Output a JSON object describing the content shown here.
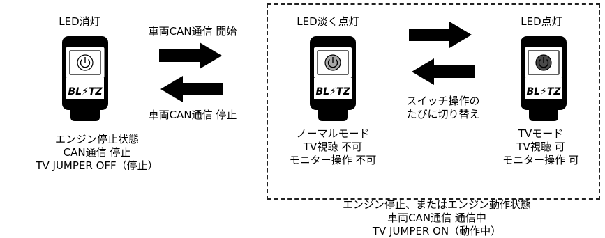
{
  "left_state": {
    "title": "LED消灯",
    "caption": [
      "エンジン停止状態",
      "CAN通信 停止",
      "TV JUMPER OFF（停止）"
    ]
  },
  "left_arrows": {
    "start_label": "車両CAN通信 開始",
    "stop_label": "車両CAN通信 停止"
  },
  "middle_state": {
    "title": "LED淡く点灯",
    "caption": [
      "ノーマルモード",
      "TV視聴 不可",
      "モニター操作 不可"
    ]
  },
  "right_state": {
    "title": "LED点灯",
    "caption": [
      "TVモード",
      "TV視聴 可",
      "モニター操作 可"
    ]
  },
  "switch_label": [
    "スイッチ操作の",
    "たびに切り替え"
  ],
  "bottom_caption": [
    "エンジン停止、またはエンジン動作状態",
    "車両CAN通信 通信中",
    "TV JUMPER ON（動作中）"
  ],
  "brand": "BLITZ",
  "colors": {
    "led_off": "#ffffff",
    "led_dim": "#a9a9a9",
    "led_on": "#4a4a4a",
    "arrow": "#000000"
  }
}
